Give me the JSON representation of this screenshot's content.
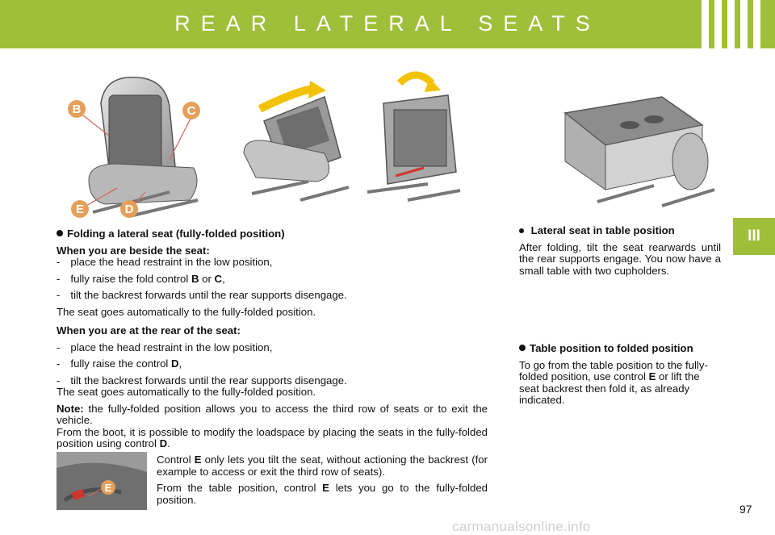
{
  "header": {
    "title": "REAR LATERAL SEATS"
  },
  "side_tab": {
    "label": "III"
  },
  "figures": {
    "seat_1_labels": [
      "B",
      "C",
      "E",
      "D"
    ],
    "inset_label": "E"
  },
  "folding": {
    "heading": "Folding a lateral seat (fully-folded position)",
    "beside_heading": "When you are beside the seat:",
    "beside_steps": [
      "place the head restraint in the low position,",
      "fully raise the fold control ",
      "tilt the backrest forwards until the rear supports disengage."
    ],
    "beside_step2_b": "B",
    "beside_step2_or": " or ",
    "beside_step2_c": "C",
    "beside_step2_end": ",",
    "beside_result": "The seat goes automatically to the fully-folded position.",
    "rear_heading": "When you are at the rear of the seat:",
    "rear_steps": [
      "place the head restraint in the low position,",
      "fully raise the control ",
      "tilt the backrest forwards until the rear supports disengage."
    ],
    "rear_step2_d": "D",
    "rear_step2_end": ",",
    "rear_result": "The seat goes automatically to the fully-folded position.",
    "note_label": "Note:",
    "note_text": " the fully-folded position allows you to access the third row of seats or to exit the vehicle.",
    "boot_text": "From the boot, it is possible to modify the loadspace by placing the seats in the fully-folded position using control ",
    "boot_d": "D",
    "boot_end": "."
  },
  "control_e": {
    "p1_a": "Control ",
    "p1_e": "E",
    "p1_b": " only lets you tilt the seat, without actioning the backrest (for example to access or exit the third row of seats).",
    "p2_a": "From the table position, control ",
    "p2_e": "E",
    "p2_b": " lets you go to the fully-folded position."
  },
  "table": {
    "heading": "Lateral seat in table position",
    "text": "After folding, tilt the seat rearwards until the rear supports engage. You now have a small table with two cupholders."
  },
  "table_to_folded": {
    "heading": "Table position to folded position",
    "text_a": "To go from the table position to the fully-folded position, use control ",
    "text_e": "E",
    "text_b": " or lift the seat backrest then fold it, as already indicated."
  },
  "page_number": "97",
  "watermark": "carmanualsonline.info",
  "colors": {
    "accent": "#9fbf3a",
    "label_orange": "#e4a05a",
    "arrow_yellow": "#f2c200"
  }
}
